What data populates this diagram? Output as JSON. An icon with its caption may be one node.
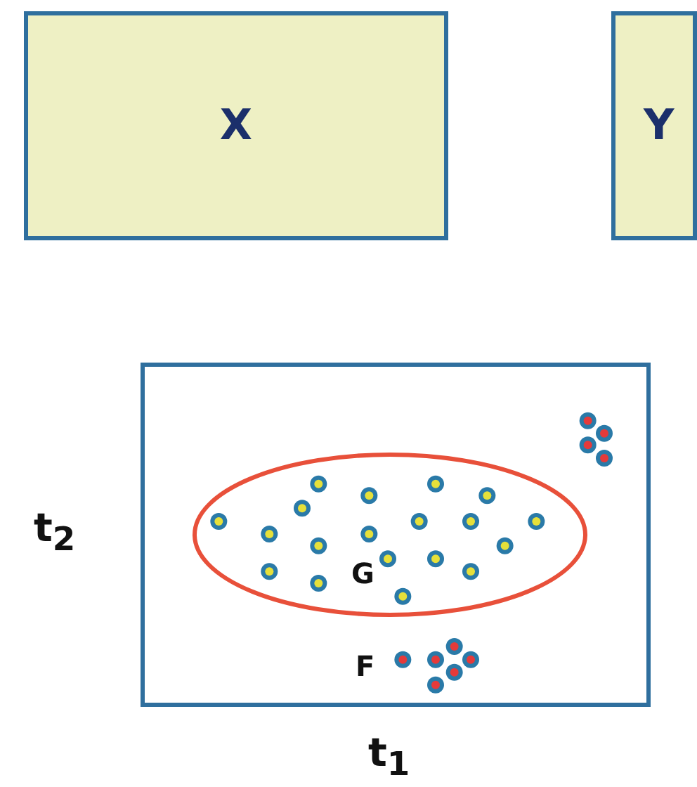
{
  "diagram": {
    "nodes": [
      {
        "text": [
          "X"
        ]
      },
      {
        "text": [
          "Y"
        ]
      },
      {
        "text": [],
        "shape": "box"
      },
      {
        "text": [
          "G"
        ],
        "in": 2
      }
    ],
    "labels": [
      "F",
      "t$_{2}$",
      "t$_{1}$"
    ]
  }
}
